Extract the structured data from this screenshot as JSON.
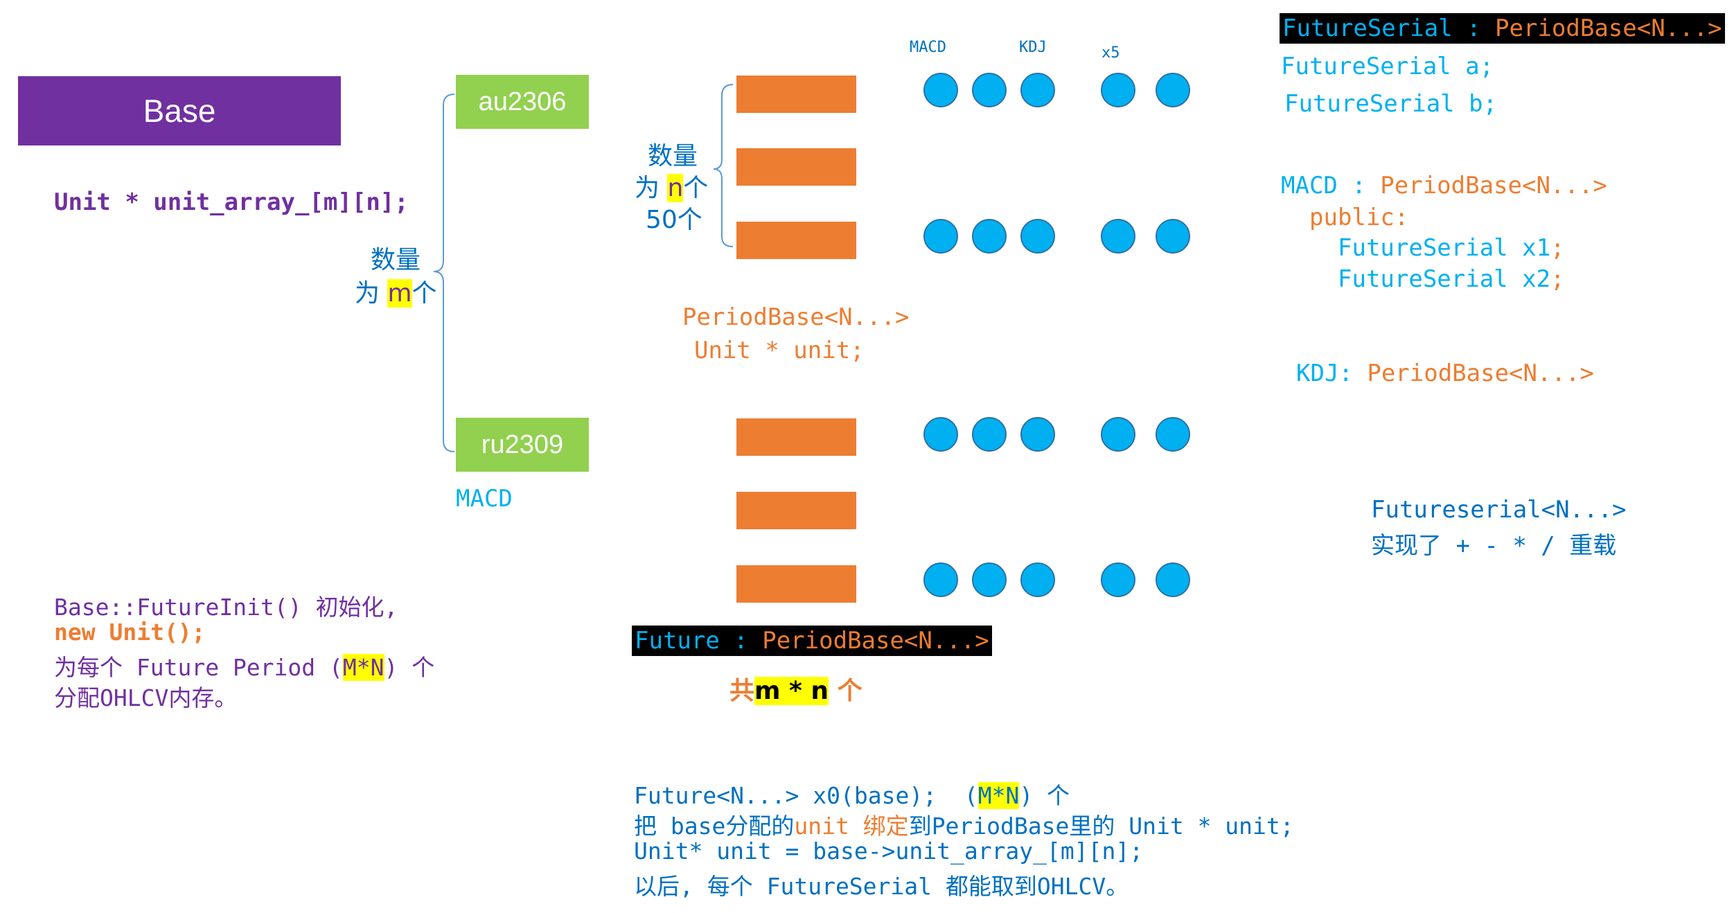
{
  "base": {
    "label": "Base"
  },
  "unit_decl": "Unit * unit_array_[m][n];",
  "m_count": {
    "line1": "数量",
    "line2_a": "为 ",
    "line2_hl": "m",
    "line2_b": "个"
  },
  "instruments": [
    {
      "label": "au2306"
    },
    {
      "label": "ru2309"
    }
  ],
  "macd_under_ru": "MACD",
  "n_count": {
    "line1": "数量",
    "line2_a": "为 ",
    "line2_hl": "n",
    "line2_b": "个",
    "line3": "50个"
  },
  "period_base": {
    "line1": "PeriodBase<N...>",
    "line2": "Unit * unit;"
  },
  "indicator_labels": {
    "macd": "MACD",
    "kdj": "KDJ",
    "x5": "x5"
  },
  "future_header": {
    "a": "Future : ",
    "b": "PeriodBase<N...>"
  },
  "total": {
    "a": "共",
    "hl": "m * n",
    "b": " 个"
  },
  "init_notes": {
    "line1": "Base::FutureInit() 初始化,",
    "line2": "new Unit();",
    "line3_a": "为每个 Future Period (",
    "line3_hl": "M*N",
    "line3_b": ") 个",
    "line4": "分配OHLCV内存。"
  },
  "bottom_notes": {
    "line1_a": "Future<N...> x0(base);  (",
    "line1_hl": "M*N",
    "line1_b": ") 个",
    "line2_a": "把 base分配的",
    "line2_b": "unit 绑定",
    "line2_c": "到PeriodBase里的 Unit * unit;",
    "line3": "Unit* unit = base->unit_array_[m][n];",
    "line4": "以后, 每个 FutureSerial 都能取到OHLCV。"
  },
  "right_code": {
    "header_a": "FutureSerial : ",
    "header_b": "PeriodBase<N...>",
    "serial_a": "FutureSerial a;",
    "serial_b": "FutureSerial b;",
    "macd_a": "MACD : ",
    "macd_b": "PeriodBase<N...>",
    "public": "public:",
    "x1_a": "FutureSerial x1",
    "x1_b": ";",
    "x2_a": "FutureSerial x2",
    "x2_b": ";",
    "kdj_a": "KDJ: ",
    "kdj_b": "PeriodBase<N...>",
    "fs_impl1": "Futureserial<N...>",
    "fs_impl2": "实现了 + - * / 重载"
  }
}
